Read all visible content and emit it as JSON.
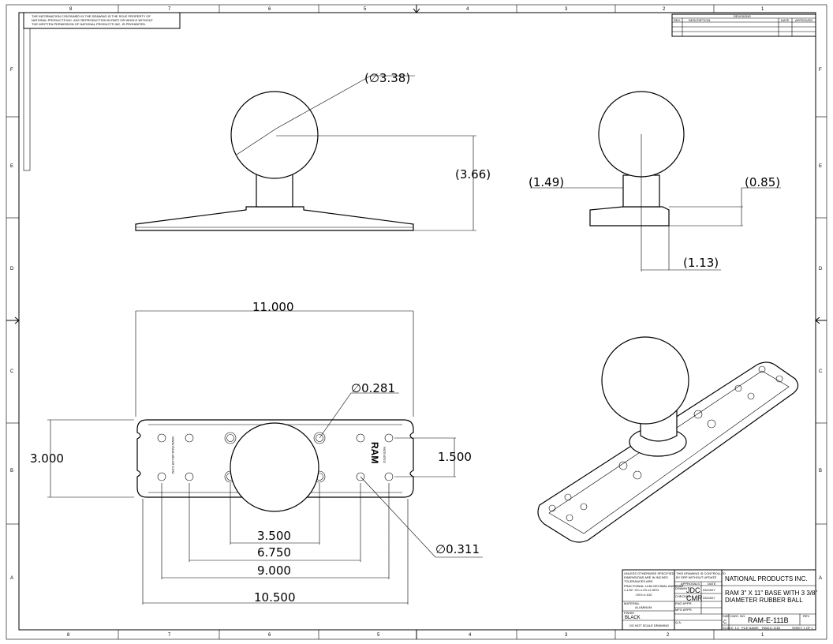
{
  "notice": [
    "THE INFORMATION CONTAINED IN THE DRAWING IS THE SOLE PROPERTY OF",
    "NATIONAL PRODUCTS INC. ANY REPRODUCTION IN PART OR WHOLE WITHOUT",
    "THE WRITTEN PERMISSION OF NATIONAL PRODUCTS INC. IS PROHIBITED."
  ],
  "zones": {
    "columns": [
      "8",
      "7",
      "6",
      "5",
      "4",
      "3",
      "2",
      "1"
    ],
    "rows": [
      "F",
      "E",
      "D",
      "C",
      "B",
      "A"
    ]
  },
  "revisions": {
    "title": "REVISIONS",
    "headers": [
      "REV.",
      "DESCRIPTION",
      "DATE",
      "APPROVED"
    ]
  },
  "dimensions": {
    "ball_diameter": "3.38",
    "height": "(3.66)",
    "side_left": "(1.49)",
    "side_right": "(0.85)",
    "side_bottom": "(1.13)",
    "length": "11.000",
    "width": "3.000",
    "hole_small": "0.281",
    "hole_large": "0.311",
    "row_spacing": "1.500",
    "span_a": "3.500",
    "span_b": "6.750",
    "span_c": "9.000",
    "span_d": "10.500"
  },
  "part_markings": {
    "url": "WWW.RAM-MOUNT.COM",
    "logo": "RAM",
    "patented": "PATENTED"
  },
  "title_block": {
    "tolerance_notes": [
      "UNLESS OTHERWISE SPECIFIED:",
      "DIMENSIONS ARE IN INCHES",
      "TOLERANCES ARE:",
      "FRACTIONAL ±1/64  DECIMAL  ANGULAR",
      "±.1/32   .XX=±.03   ±1 DEG.",
      "  .XXX=±.010"
    ],
    "notes": [
      "THIS DRAWING IS CONTROLLED",
      "BY ERP WITHOUT UPDATE"
    ],
    "approvals_label": "APPROVALS",
    "date_label": "DATE",
    "drawn_label": "DRAWN",
    "drawn_by": "JDC",
    "drawn_date": "03/24/07",
    "checked_label": "CHECKED",
    "checked_by": "CMR",
    "checked_date": "03/24/07",
    "eng_label": "ENG APPR.",
    "mfg_label": "MFG APPR.",
    "qa_label": "Q.A.",
    "material_label": "MATERIAL",
    "material": "ALUMINUM",
    "finish_label": "FINISH",
    "finish": "BLACK",
    "no_scale": "DO NOT SCALE DRAWING",
    "company": "NATIONAL PRODUCTS INC.",
    "title_line1": "RAM 3\" X 11\" BASE WITH 3 3/8\"",
    "title_line2": "DIAMETER RUBBER BALL",
    "size_label": "SIZE",
    "size": "C",
    "dwg_no_label": "DWG. NO.",
    "dwg_no": "RAM-E-111B",
    "rev_label": "REV",
    "scale": "SCALE: 1:2",
    "file_label": "FILE NAME:",
    "file": "RAM-E-111B",
    "sheet": "SHEET 1 OF 1"
  }
}
